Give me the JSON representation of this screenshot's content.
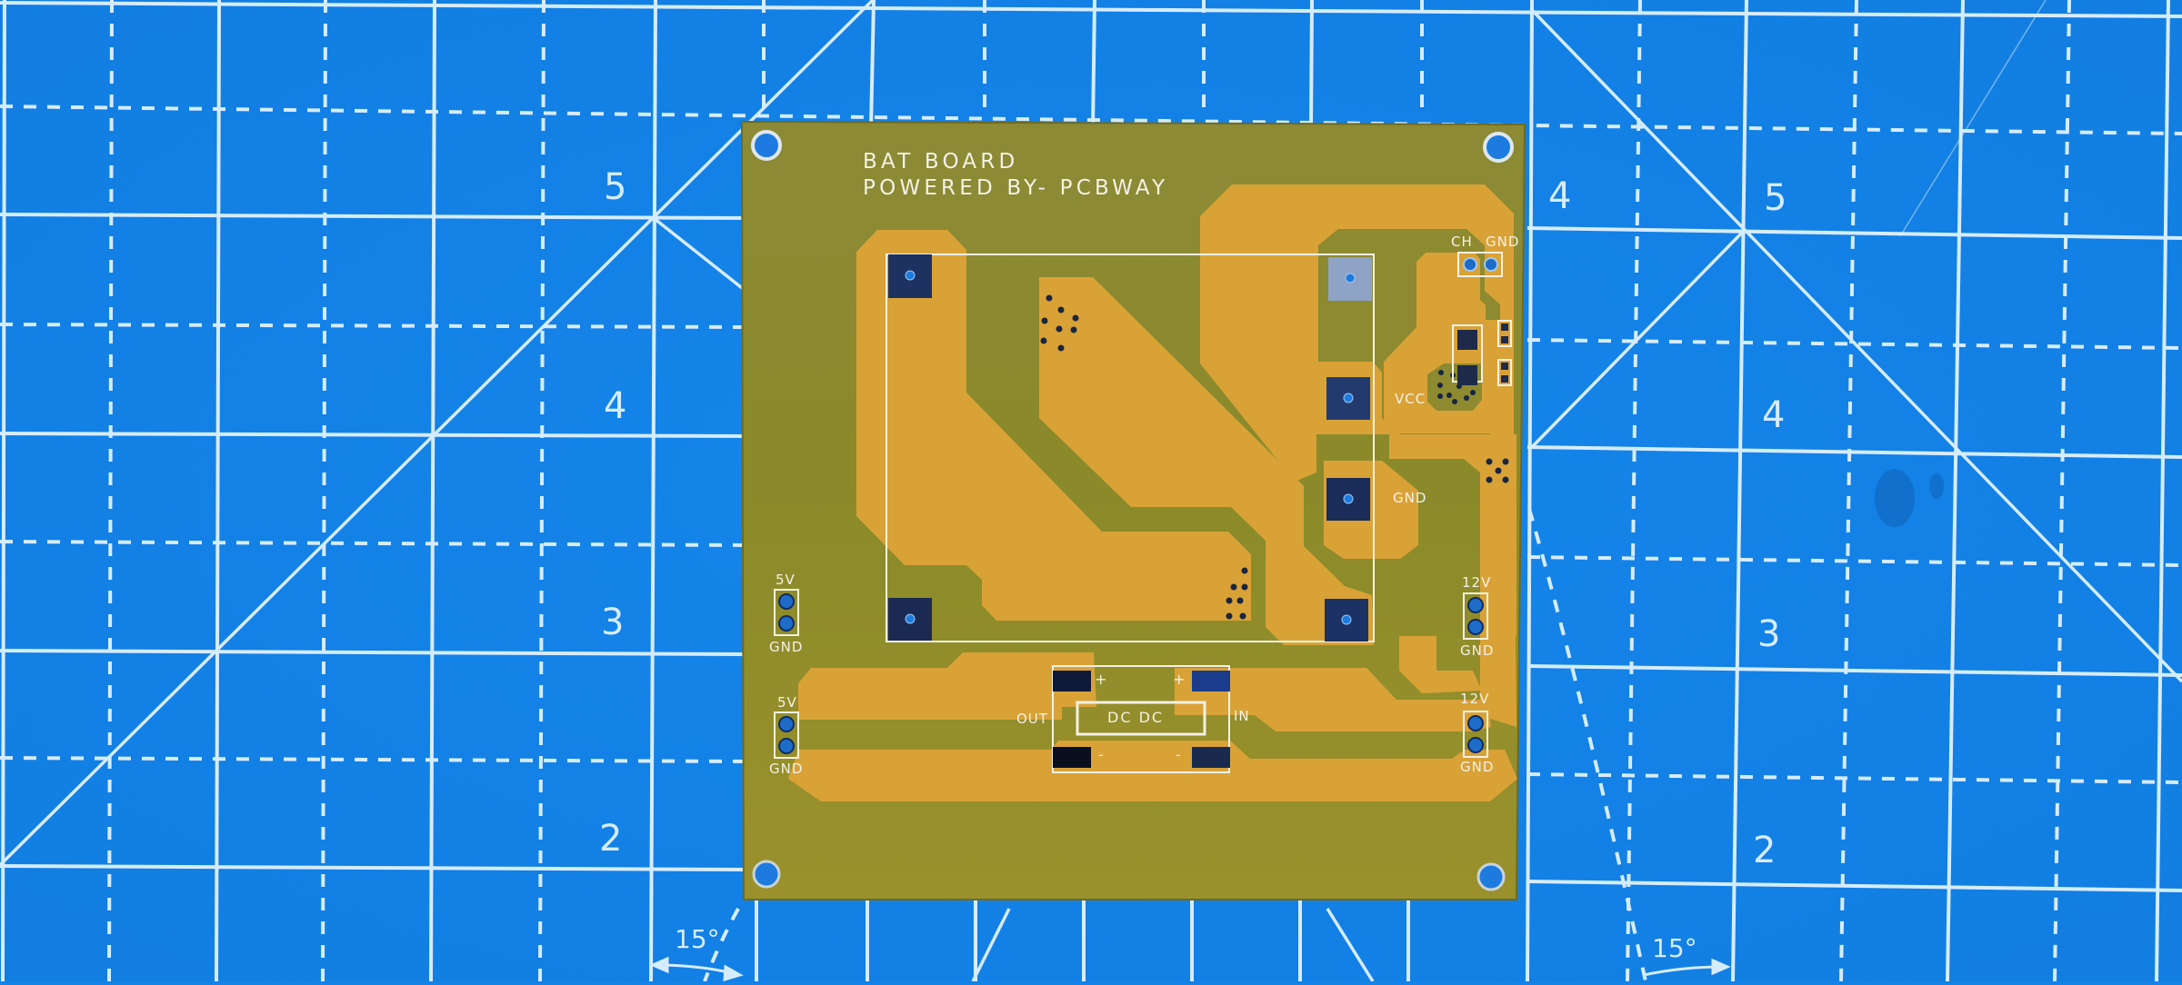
{
  "scene": {
    "description": "Bare PCB on a blue cutting mat",
    "colors": {
      "mat": "#1383e8",
      "mat_lines": "#d5ecff",
      "board_substrate": "#8f8a2c",
      "copper": "#d9a237",
      "pad": "#1c2f5e",
      "pad_light": "#8ea3c6",
      "silkscreen": "#f4f1e6",
      "drill": "#1d7be0"
    }
  },
  "mat": {
    "row_labels_left": [
      "5",
      "4",
      "3",
      "2"
    ],
    "row_labels_right_col1": [
      "4"
    ],
    "row_labels_right_col2": [
      "5",
      "4",
      "3",
      "2"
    ],
    "angle_labels": [
      "15°",
      "15°"
    ]
  },
  "board": {
    "title": "BAT BOARD",
    "subtitle": "POWERED BY- PCBWAY",
    "labels": {
      "ch": "CH",
      "gnd_top": "GND",
      "vcc": "VCC",
      "gnd_mid": "GND",
      "out": "OUT",
      "in": "IN",
      "dcdc": "DC DC",
      "plus_left": "+",
      "plus_right": "+",
      "minus_left": "-",
      "minus_right": "-",
      "left_header_1_top": "5V",
      "left_header_1_bottom": "GND",
      "left_header_2_top": "5V",
      "left_header_2_bottom": "GND",
      "right_header_1_top": "12V",
      "right_header_1_bottom": "GND",
      "right_header_2_top": "12V",
      "right_header_2_bottom": "GND"
    }
  }
}
